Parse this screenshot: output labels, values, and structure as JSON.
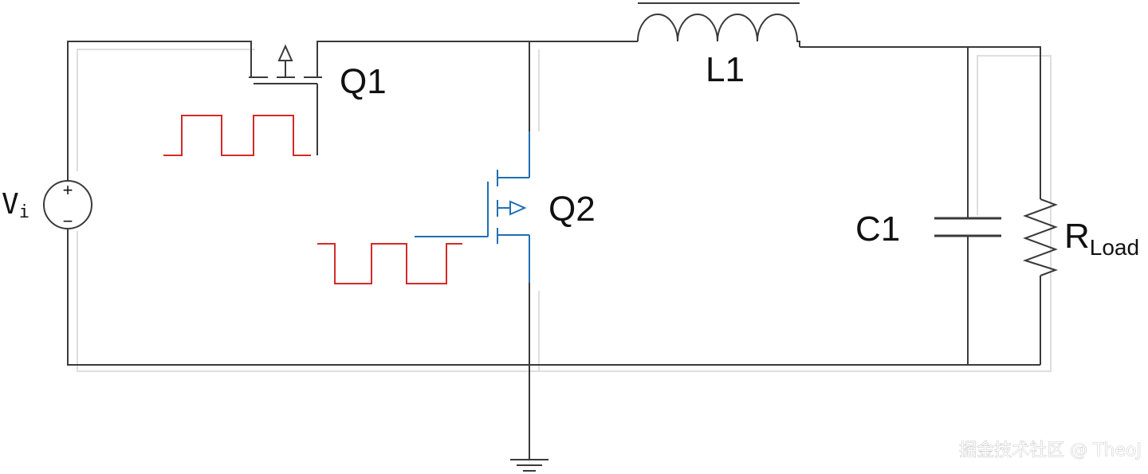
{
  "labels": {
    "source_main": "V",
    "source_sub": "i",
    "source_plus": "+",
    "source_minus": "−",
    "q1": "Q1",
    "q2": "Q2",
    "l1": "L1",
    "c1": "C1",
    "rload_main": "R",
    "rload_sub": "Load"
  },
  "watermark": "掘金技术社区 @ TheoJ",
  "colors": {
    "wire": "#3a3a3a",
    "ghost_wire": "#dedede",
    "q2_symbol": "#1f6fb2",
    "pwm_signal": "#d42a2a"
  }
}
